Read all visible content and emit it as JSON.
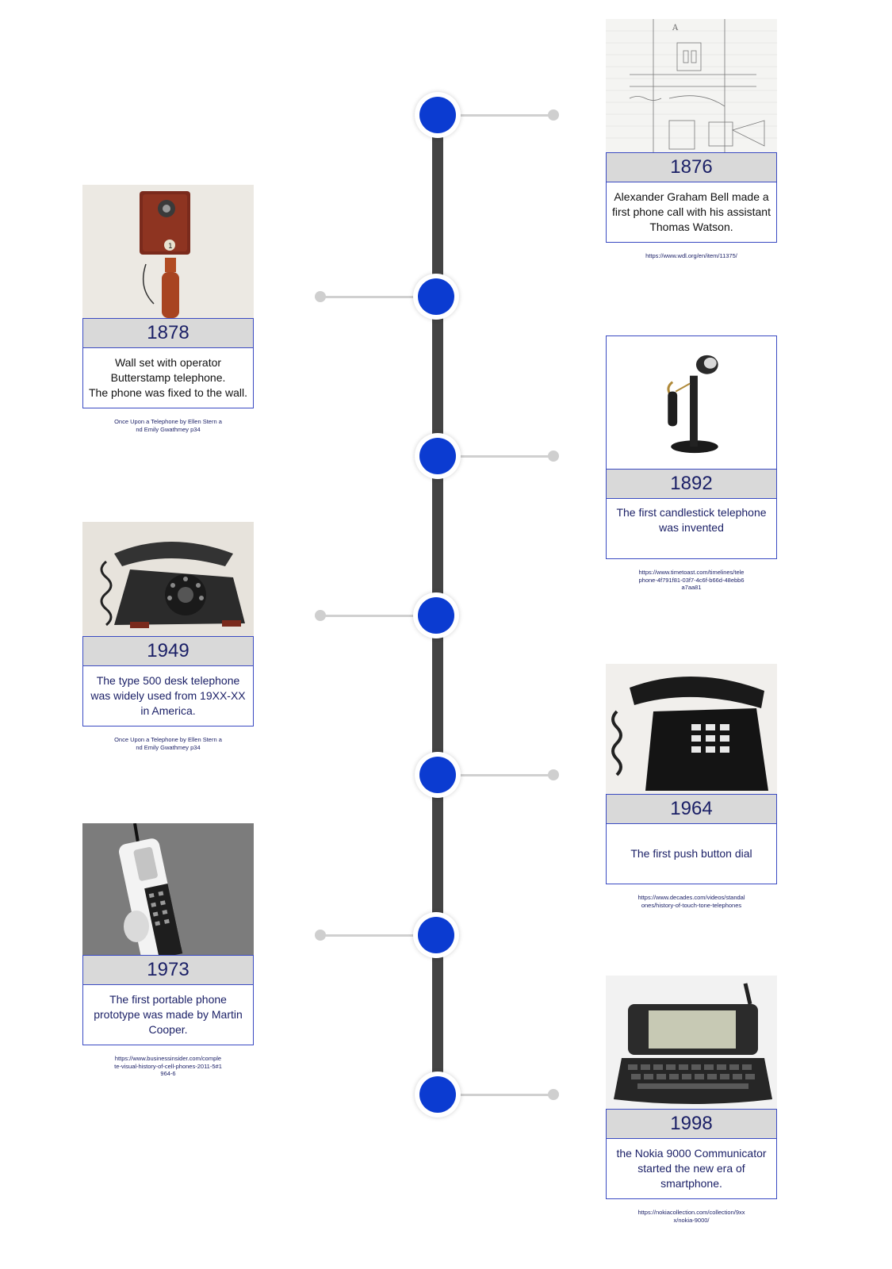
{
  "accent_color": "#0b3bd1",
  "events": [
    {
      "year": "1876",
      "side": "right",
      "description": "Alexander Graham Bell made a first phone call with his assistant Thomas Watson.",
      "source": "https://www.wdl.org/en/item/11375/",
      "image_icon": "patent-sketch-image"
    },
    {
      "year": "1878",
      "side": "left",
      "description": "Wall set with operator Butterstamp telephone.\nThe phone was fixed to the wall.",
      "source": "Once Upon a Telephone by Ellen Stern and Emily Gwathmey p34",
      "image_icon": "wall-telephone-image"
    },
    {
      "year": "1892",
      "side": "right",
      "description": "The first candlestick telephone was invented",
      "source": "https://www.timetoast.com/timelines/telephone-4f791f81-03f7-4c6f-b66d-48ebb6a7aa81",
      "image_icon": "candlestick-telephone-image"
    },
    {
      "year": "1949",
      "side": "left",
      "description": "The type 500 desk telephone was widely used from 19XX-XX in America.",
      "source": "Once Upon a Telephone by Ellen Stern and Emily Gwathmey p34",
      "image_icon": "rotary-telephone-image"
    },
    {
      "year": "1964",
      "side": "right",
      "description": "The first push button dial",
      "source": "https://www.decades.com/videos/standalones/history-of-touch-tone-telephones",
      "image_icon": "push-button-telephone-image"
    },
    {
      "year": "1973",
      "side": "left",
      "description": "The first portable phone prototype was made by Martin Cooper.",
      "source": "https://www.businessinsider.com/complete-visual-history-of-cell-phones-2011-5#1964-6",
      "image_icon": "portable-phone-image"
    },
    {
      "year": "1998",
      "side": "right",
      "description": "the Nokia 9000 Communicator started the new era of smartphone.",
      "source": "https://nokiacollection.com/collection/9xxx/nokia-9000/",
      "image_icon": "nokia-communicator-image"
    }
  ]
}
